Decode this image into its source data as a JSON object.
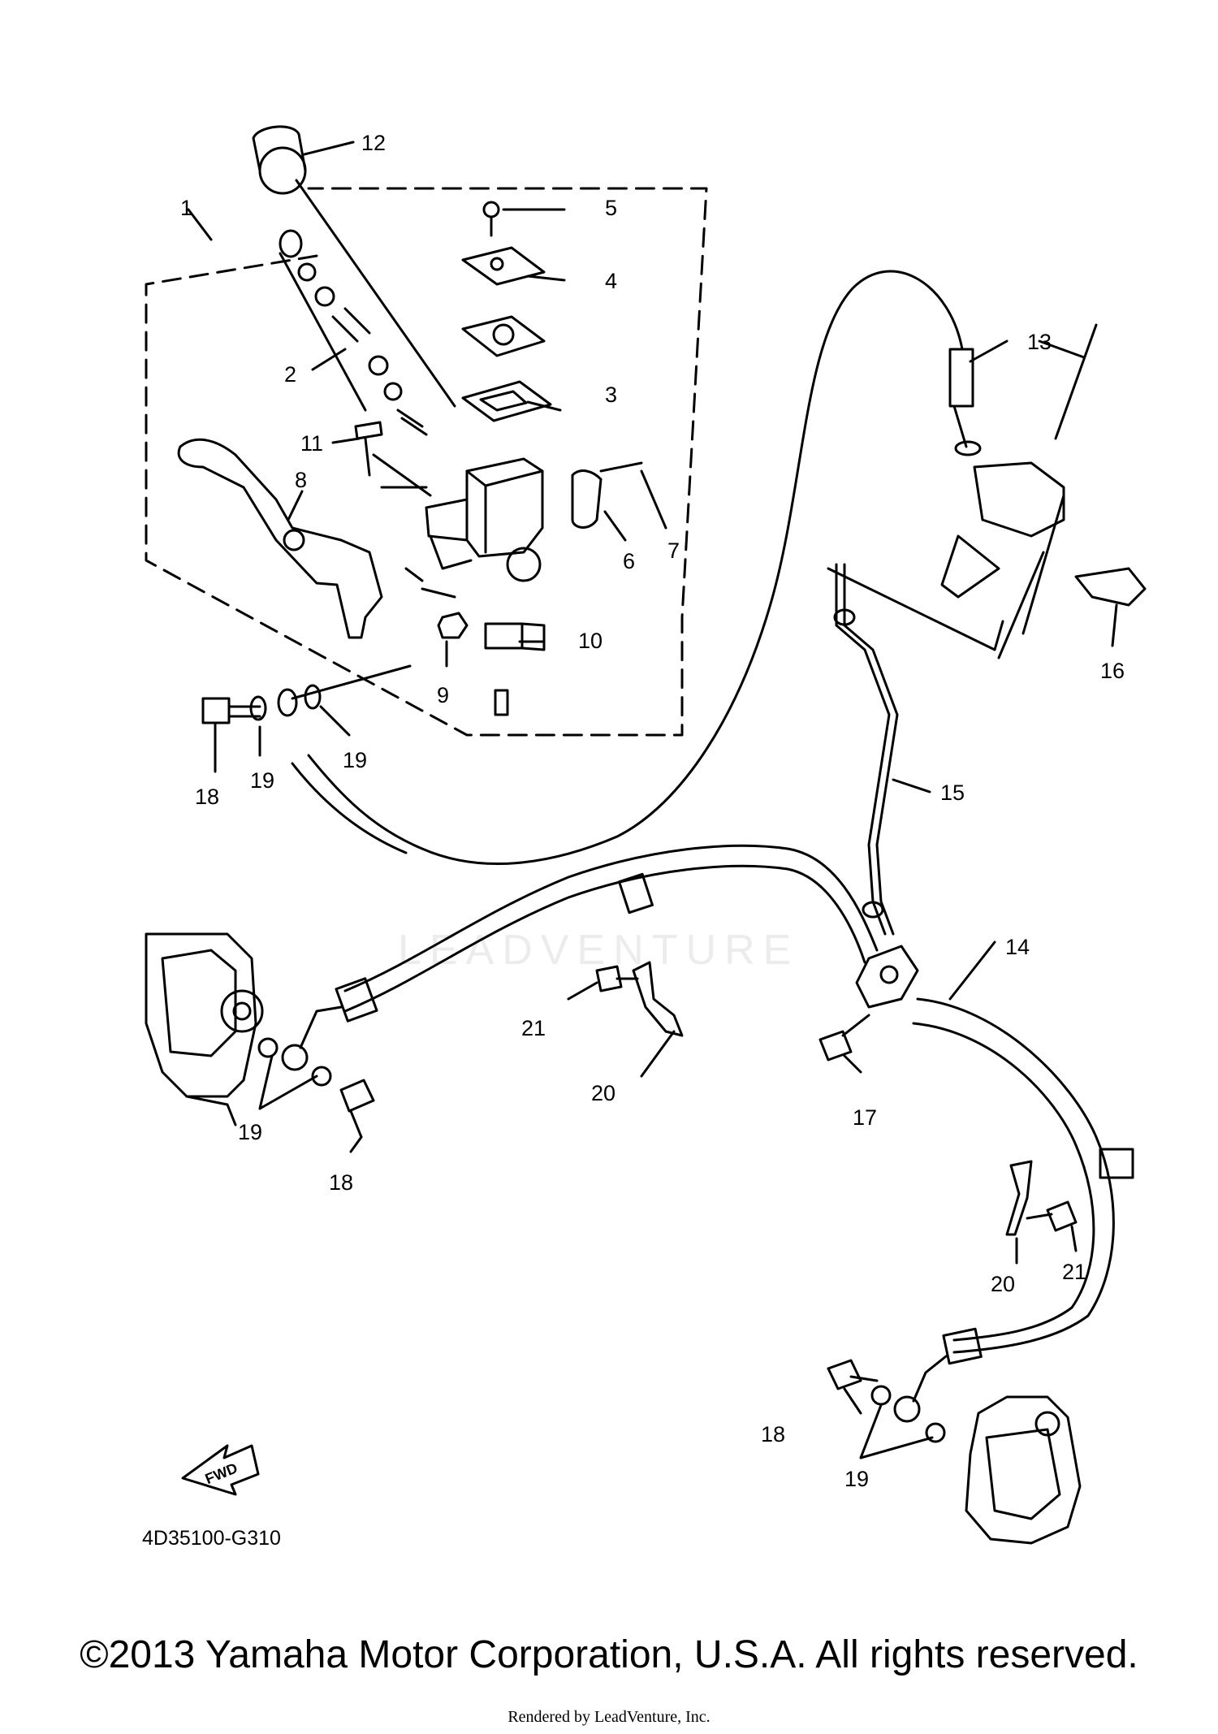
{
  "diagram": {
    "drawing_code": "4D35100-G310",
    "fwd_label": "FWD",
    "watermark": "LEADVENTURE",
    "callouts": [
      {
        "id": "c1",
        "label": "1"
      },
      {
        "id": "c2",
        "label": "2"
      },
      {
        "id": "c3",
        "label": "3"
      },
      {
        "id": "c4",
        "label": "4"
      },
      {
        "id": "c5",
        "label": "5"
      },
      {
        "id": "c6",
        "label": "6"
      },
      {
        "id": "c7",
        "label": "7"
      },
      {
        "id": "c8",
        "label": "8"
      },
      {
        "id": "c9",
        "label": "9"
      },
      {
        "id": "c10",
        "label": "10"
      },
      {
        "id": "c11",
        "label": "11"
      },
      {
        "id": "c12",
        "label": "12"
      },
      {
        "id": "c13",
        "label": "13"
      },
      {
        "id": "c14",
        "label": "14"
      },
      {
        "id": "c15",
        "label": "15"
      },
      {
        "id": "c16",
        "label": "16"
      },
      {
        "id": "c17",
        "label": "17"
      },
      {
        "id": "c18a",
        "label": "18"
      },
      {
        "id": "c18b",
        "label": "18"
      },
      {
        "id": "c18c",
        "label": "18"
      },
      {
        "id": "c19a",
        "label": "19"
      },
      {
        "id": "c19b",
        "label": "19"
      },
      {
        "id": "c19c",
        "label": "19"
      },
      {
        "id": "c19d",
        "label": "19"
      },
      {
        "id": "c20a",
        "label": "20"
      },
      {
        "id": "c20b",
        "label": "20"
      },
      {
        "id": "c21a",
        "label": "21"
      },
      {
        "id": "c21b",
        "label": "21"
      }
    ]
  },
  "footer": {
    "copyright": "©2013 Yamaha Motor Corporation, U.S.A. All rights reserved.",
    "rendered_by": "Rendered by LeadVenture, Inc."
  },
  "colors": {
    "ink": "#000000",
    "background": "#ffffff",
    "watermark": "#ececec"
  }
}
